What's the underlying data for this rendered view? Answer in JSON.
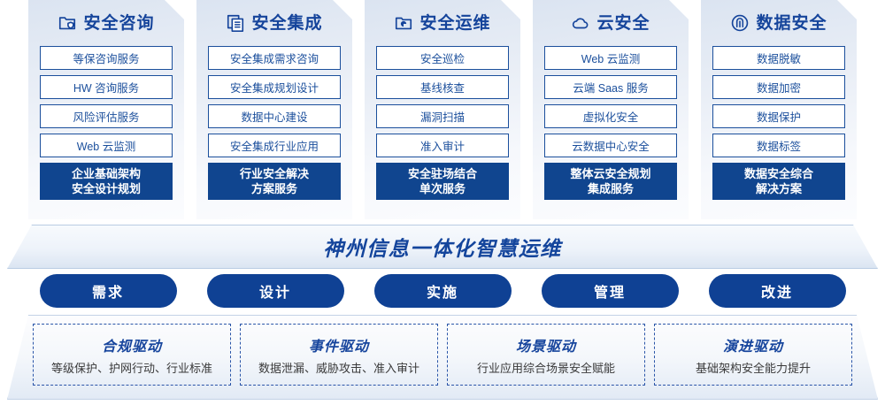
{
  "columns": [
    {
      "icon": "folder-shield-icon",
      "title": "安全咨询",
      "items": [
        "等保咨询服务",
        "HW 咨询服务",
        "风险评估服务",
        "Web 云监测"
      ],
      "summary_line1": "企业基础架构",
      "summary_line2": "安全设计规划"
    },
    {
      "icon": "documents-stack-icon",
      "title": "安全集成",
      "items": [
        "安全集成需求咨询",
        "安全集成规划设计",
        "数据中心建设",
        "安全集成行业应用"
      ],
      "summary_line1": "行业安全解决",
      "summary_line2": "方案服务"
    },
    {
      "icon": "folder-chart-icon",
      "title": "安全运维",
      "items": [
        "安全巡检",
        "基线核查",
        "漏洞扫描",
        "准入审计"
      ],
      "summary_line1": "安全驻场结合",
      "summary_line2": "单次服务"
    },
    {
      "icon": "cloud-icon",
      "title": "云安全",
      "items": [
        "Web 云监测",
        "云端 Saas 服务",
        "虚拟化安全",
        "云数据中心安全"
      ],
      "summary_line1": "整体云安全规划",
      "summary_line2": "集成服务"
    },
    {
      "icon": "fingerprint-icon",
      "title": "数据安全",
      "items": [
        "数据脱敏",
        "数据加密",
        "数据保护",
        "数据标签"
      ],
      "summary_line1": "数据安全综合",
      "summary_line2": "解决方案"
    }
  ],
  "banner": {
    "title": "神州信息一体化智慧运维"
  },
  "pills": [
    {
      "label": "需求"
    },
    {
      "label": "设计"
    },
    {
      "label": "实施"
    },
    {
      "label": "管理"
    },
    {
      "label": "改进"
    }
  ],
  "drivers": [
    {
      "title": "合规驱动",
      "desc": "等级保护、护网行动、行业标准"
    },
    {
      "title": "事件驱动",
      "desc": "数据泄漏、威胁攻击、准入审计"
    },
    {
      "title": "场景驱动",
      "desc": "行业应用综合场景安全赋能"
    },
    {
      "title": "演进驱动",
      "desc": "基础架构安全能力提升"
    }
  ],
  "colors": {
    "primary_blue": "#10458f",
    "title_blue": "#15449b",
    "pill_blue": "#0f4194",
    "item_border": "#1b4f9c",
    "dashed_border": "#2a55a8"
  }
}
